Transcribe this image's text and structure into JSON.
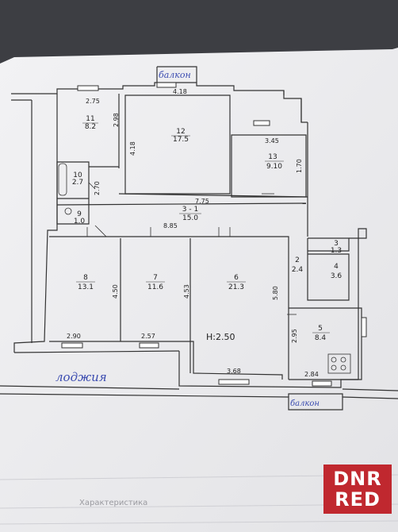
{
  "rooms": [
    {
      "num": "11",
      "area": "8.2"
    },
    {
      "num": "12",
      "area": "17.5"
    },
    {
      "num": "13",
      "area": "9.10"
    },
    {
      "num": "10",
      "area": "2.7"
    },
    {
      "num": "9",
      "area": "1.0"
    },
    {
      "num": "3 - 1",
      "area": "15.0"
    },
    {
      "num": "8",
      "area": "13.1"
    },
    {
      "num": "7",
      "area": "11.6"
    },
    {
      "num": "6",
      "area": "21.3"
    },
    {
      "num": "2",
      "area": "2.4"
    },
    {
      "num": "3",
      "area": "1.3"
    },
    {
      "num": "4",
      "area": "3.6"
    },
    {
      "num": "5",
      "area": "8.4"
    }
  ],
  "dimensions": {
    "d275": "2.75",
    "d418a": "4.18",
    "d298": "2.98",
    "d418b": "4.18",
    "d345": "3.45",
    "d270": "2.70",
    "d775": "7.75",
    "d885": "8.85",
    "d450": "4.50",
    "d453": "4.53",
    "d580": "5.80",
    "d290": "2.90",
    "d257": "2.57",
    "d368": "3.68",
    "d295": "2.95",
    "d284": "2.84",
    "d170": "1.70"
  },
  "ceiling_height": "H:2.50",
  "labels": {
    "balcony_top": "балкон",
    "balcony_bottom": "балкон",
    "loggia": "лоджия"
  },
  "footer": {
    "text": "Характеристика"
  },
  "watermark": {
    "line1": "DNR",
    "line2": "RED"
  }
}
